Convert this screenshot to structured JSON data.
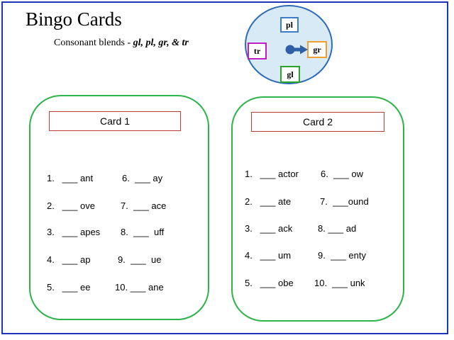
{
  "title": "Bingo Cards",
  "subtitle": {
    "prefix": "Consonant blends - ",
    "blends": "gl, pl, gr,  & tr"
  },
  "spinner": {
    "tiles": {
      "pl": "pl",
      "tr": "tr",
      "gr": "gr",
      "gl": "gl"
    },
    "colors": {
      "circle_fill": "#d9eaf7",
      "circle_border": "#2d6bb7",
      "pointer": "#2f5fa7",
      "pl": "#3d7cc9",
      "tr": "#c21fc2",
      "gr": "#f0a030",
      "gl": "#2aa52a"
    },
    "pointer_icon": "arrow-right-icon"
  },
  "colors": {
    "page_border": "#1f35b8",
    "card_border": "#2db34a",
    "label_border": "#c0393b"
  },
  "card1": {
    "label": "Card 1",
    "items": [
      "1.   ___ ant",
      "6.  ___ ay",
      "2.   ___ ove",
      "7.  ___ ace",
      "3.   ___ apes",
      "8.  ___  uff",
      "4.   ___ ap",
      "9.  ___  ue",
      "5.   ___ ee",
      "10. ___ ane"
    ]
  },
  "card2": {
    "label": "Card 2",
    "items": [
      "1.   ___ actor",
      "6.  ___ ow",
      "2.   ___ ate",
      "7.  ___ound",
      "3.   ___ ack",
      "8. ___ ad",
      "4.   ___ um",
      "9.  ___ enty",
      "5.   ___ obe",
      "10.  ___ unk"
    ]
  }
}
